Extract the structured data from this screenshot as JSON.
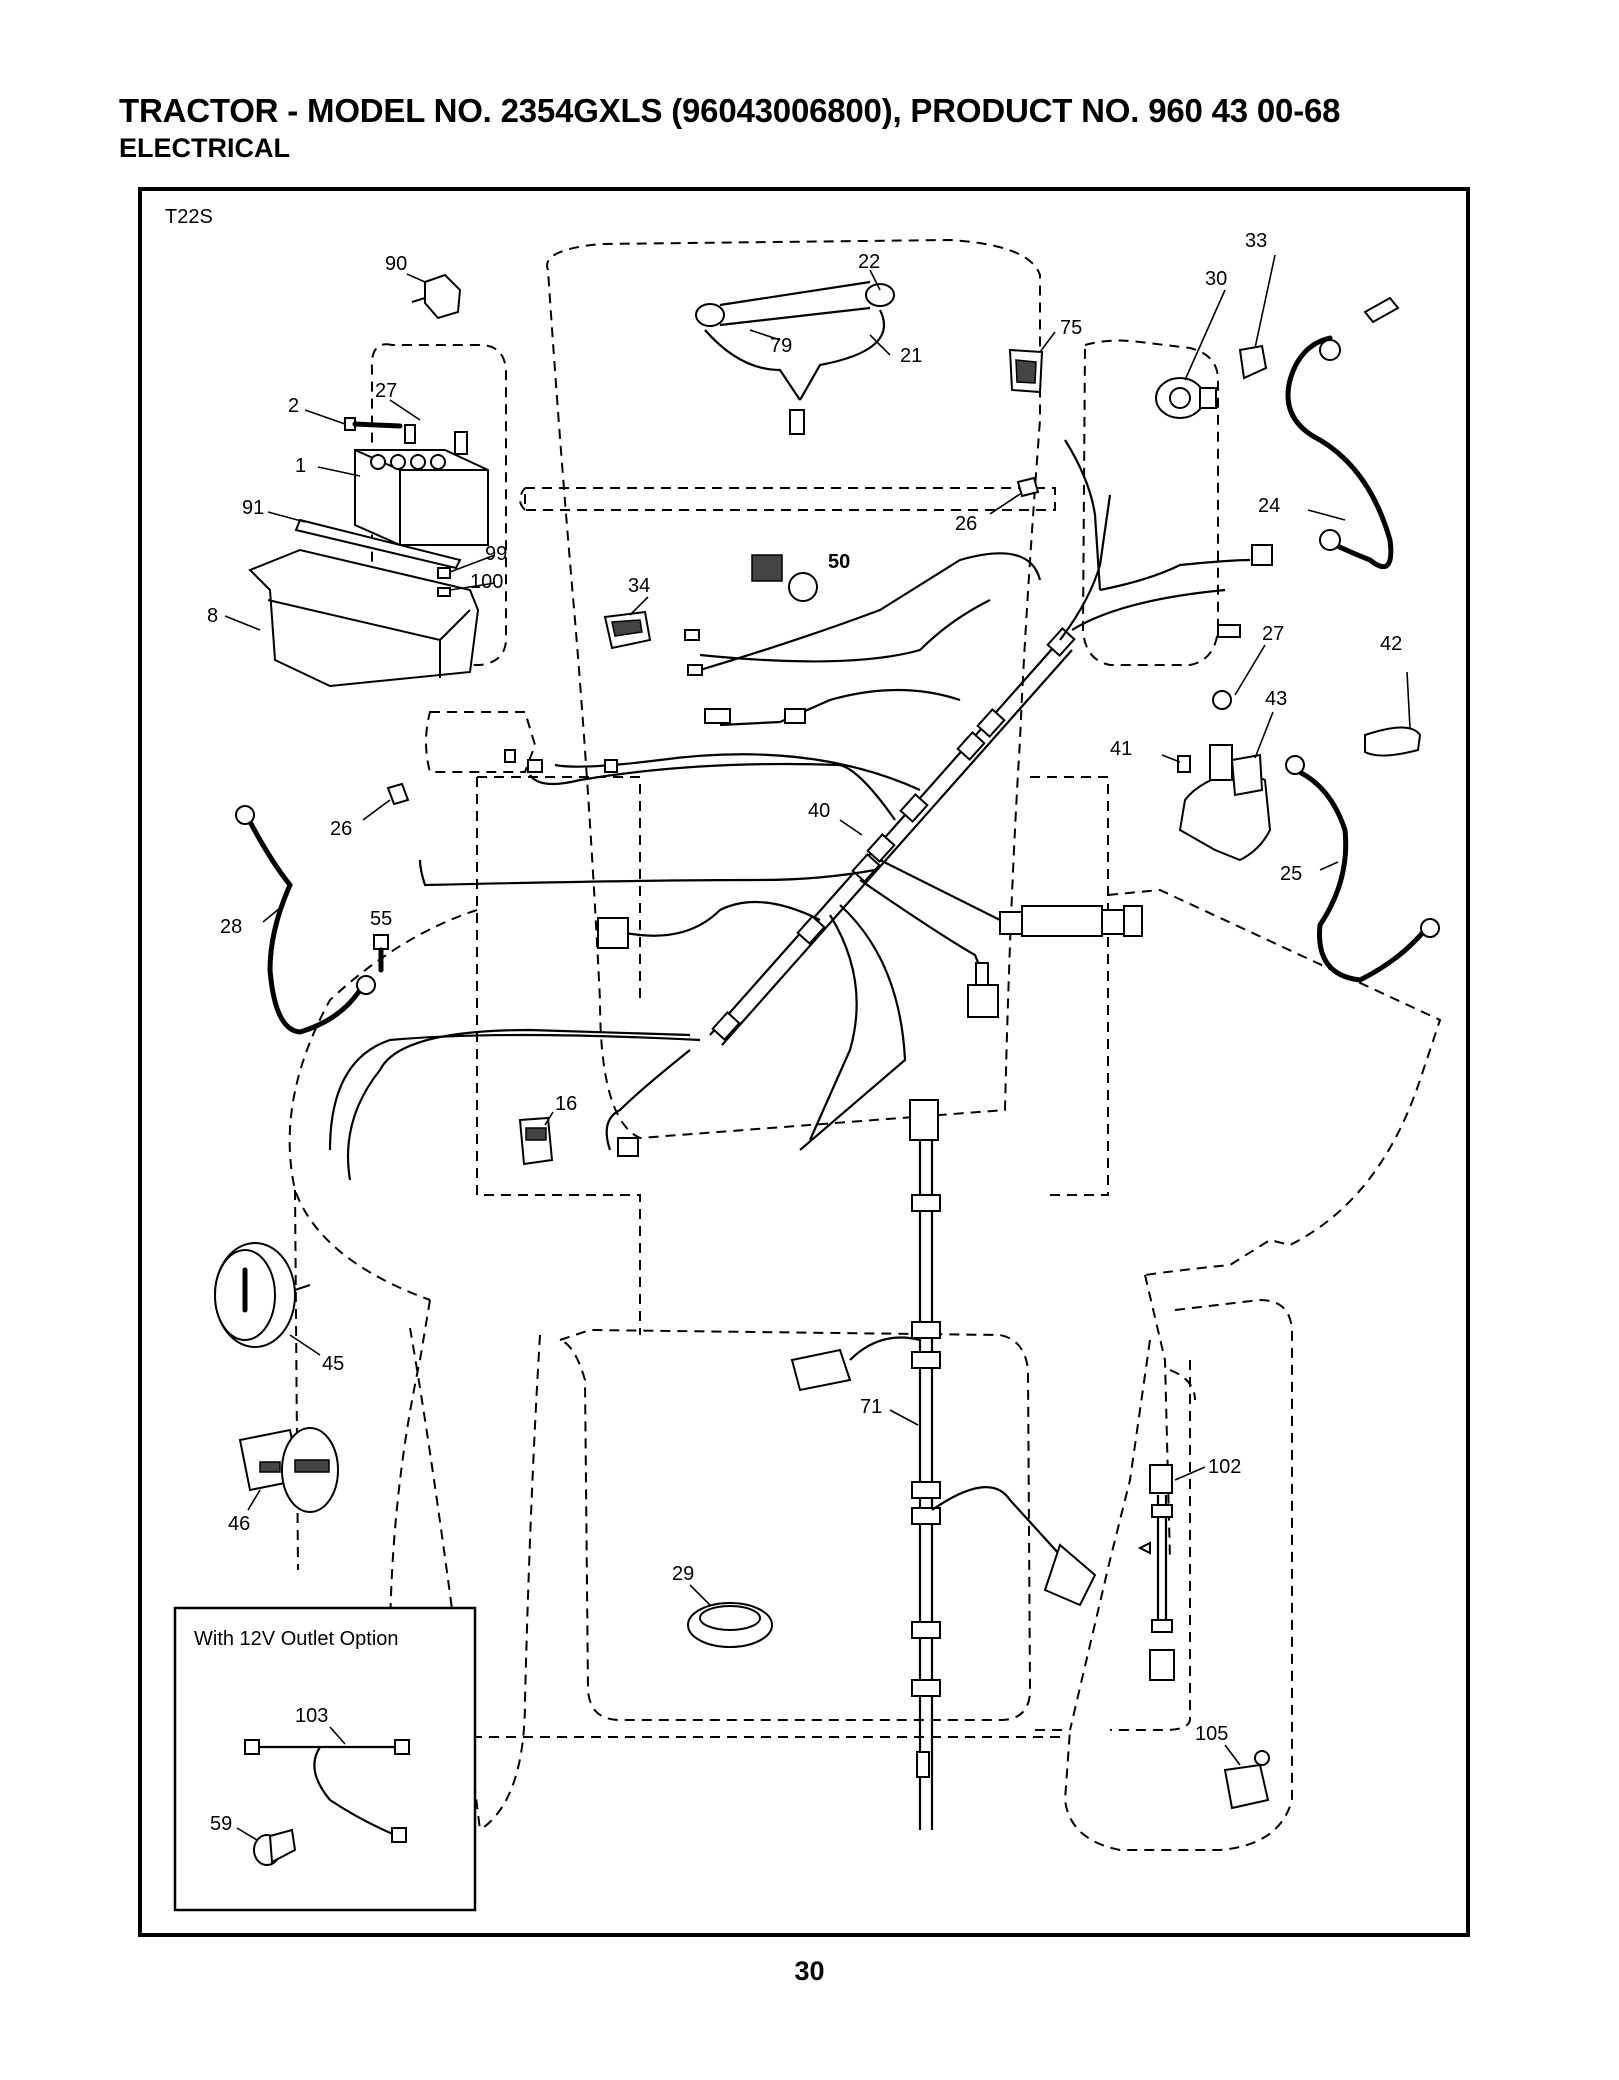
{
  "header": {
    "title": "TRACTOR - MODEL NO. 2354GXLS (96043006800), PRODUCT NO. 960 43 00-68",
    "subtitle": "ELECTRICAL"
  },
  "diagram": {
    "code": "T22S",
    "callouts": [
      "90",
      "22",
      "33",
      "30",
      "79",
      "21",
      "75",
      "2",
      "27",
      "1",
      "26",
      "24",
      "91",
      "99",
      "100",
      "34",
      "50",
      "8",
      "27",
      "42",
      "43",
      "41",
      "26",
      "40",
      "28",
      "55",
      "25",
      "16",
      "45",
      "71",
      "102",
      "46",
      "29",
      "105",
      "103",
      "59"
    ]
  },
  "inset": {
    "title": "With 12V Outlet Option",
    "callouts": [
      "103",
      "59"
    ]
  },
  "page_number": "30"
}
